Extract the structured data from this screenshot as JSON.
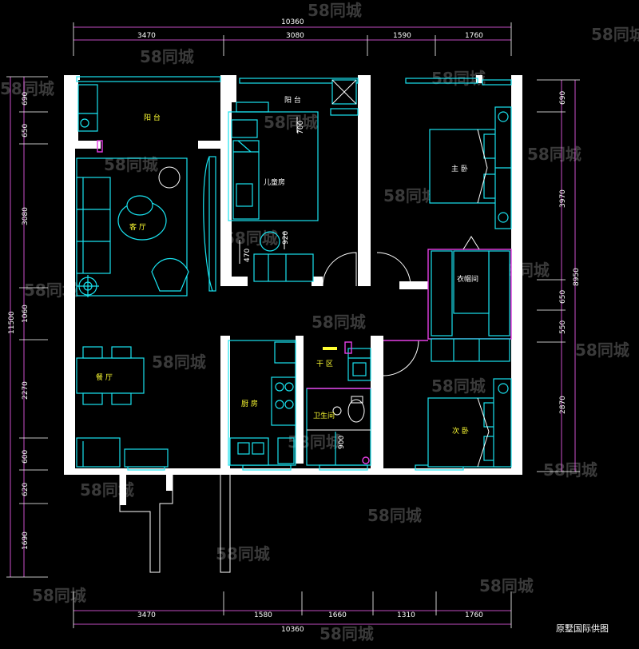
{
  "dimensions": {
    "top_total": "10360",
    "top": [
      "3470",
      "3080",
      "1590",
      "1760"
    ],
    "bottom_total": "10360",
    "bottom": [
      "3470",
      "1580",
      "1660",
      "1310",
      "1760"
    ],
    "left_total": "11500",
    "left": [
      "690",
      "650",
      "3080",
      "1060",
      "2270",
      "600",
      "620",
      "1690"
    ],
    "right_total": "8950",
    "right": [
      "690",
      "3970",
      "650",
      "550",
      "2870"
    ]
  },
  "rooms": {
    "balcony_left": "阳 台",
    "balcony_top": "阳 台",
    "kids_room": "儿童房",
    "master_bedroom": "主 卧",
    "living_room": "客 厅",
    "cloakroom": "衣帽间",
    "dining_room": "餐 厅",
    "laundry": "干 区",
    "kitchen": "厨 房",
    "bathroom": "卫生间",
    "second_bedroom": "次 卧"
  },
  "annotations": {
    "kids_700": "700",
    "kids_470": "470",
    "kids_920": "920",
    "bath_900": "900"
  },
  "watermark": "58同城",
  "caption": "原墅国际供图",
  "colors": {
    "background": "#000000",
    "furniture": "#19e3f0",
    "walls": "#ffffff",
    "labels": "#ffff33",
    "dimension_lines": "#ff66ff",
    "accent": "#e63fe6"
  }
}
